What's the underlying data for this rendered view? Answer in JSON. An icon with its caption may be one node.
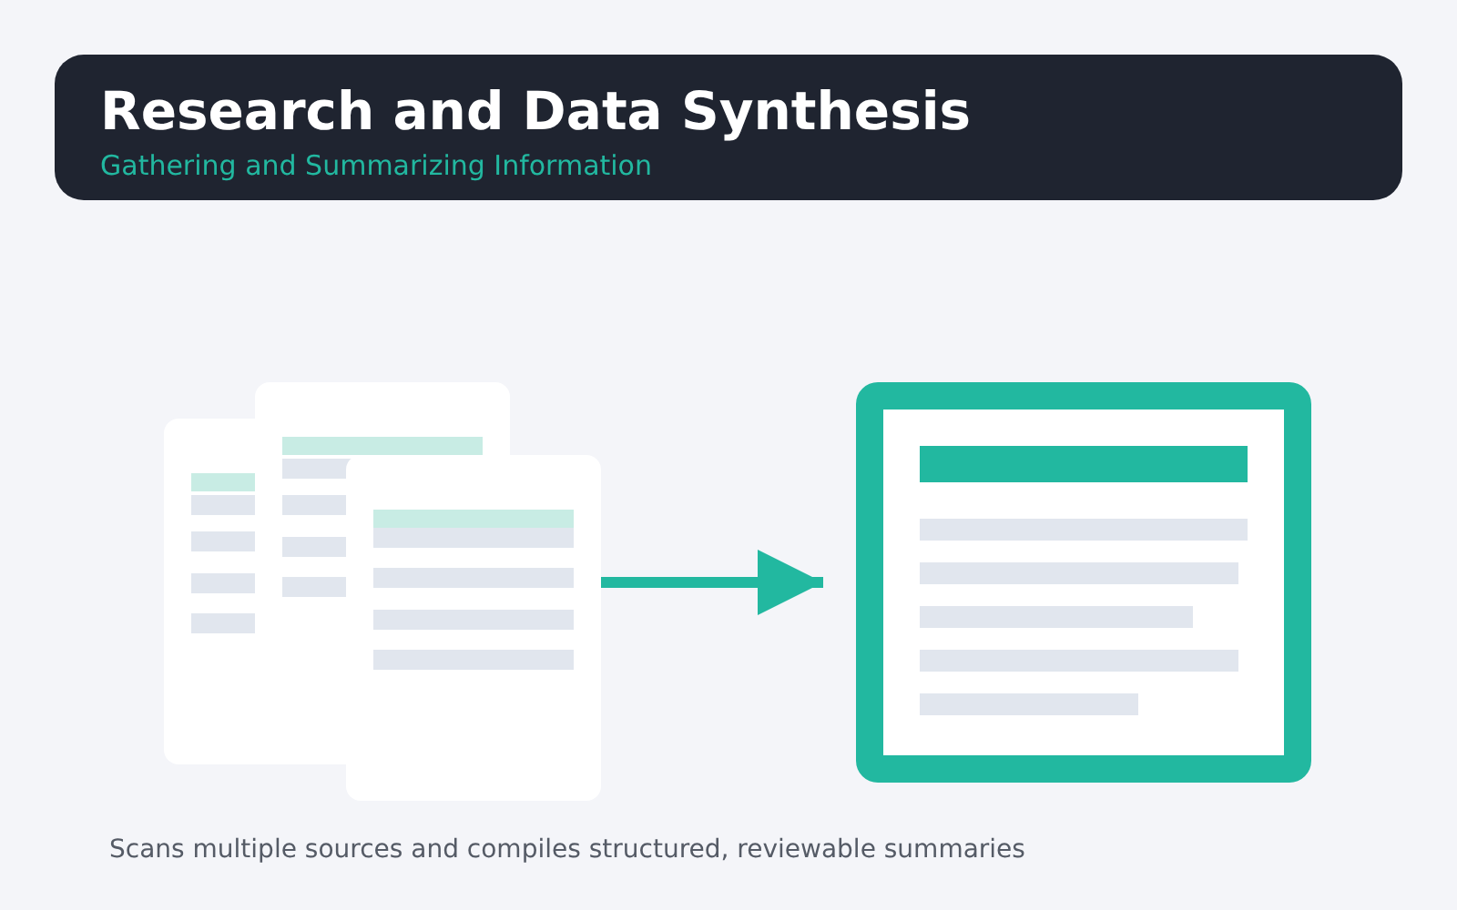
{
  "diagram": {
    "title": "Research and Data Synthesis",
    "labels": [
      "Gathering and Summarizing Information"
    ],
    "caption": "Scans multiple sources and compiles structured, reviewable summaries",
    "nodes": [
      {
        "text": [],
        "shape": "picture"
      },
      {
        "text": [],
        "shape": "document"
      }
    ],
    "edges": [
      {
        "from": 0,
        "to": 1,
        "arrow": "to"
      }
    ]
  }
}
